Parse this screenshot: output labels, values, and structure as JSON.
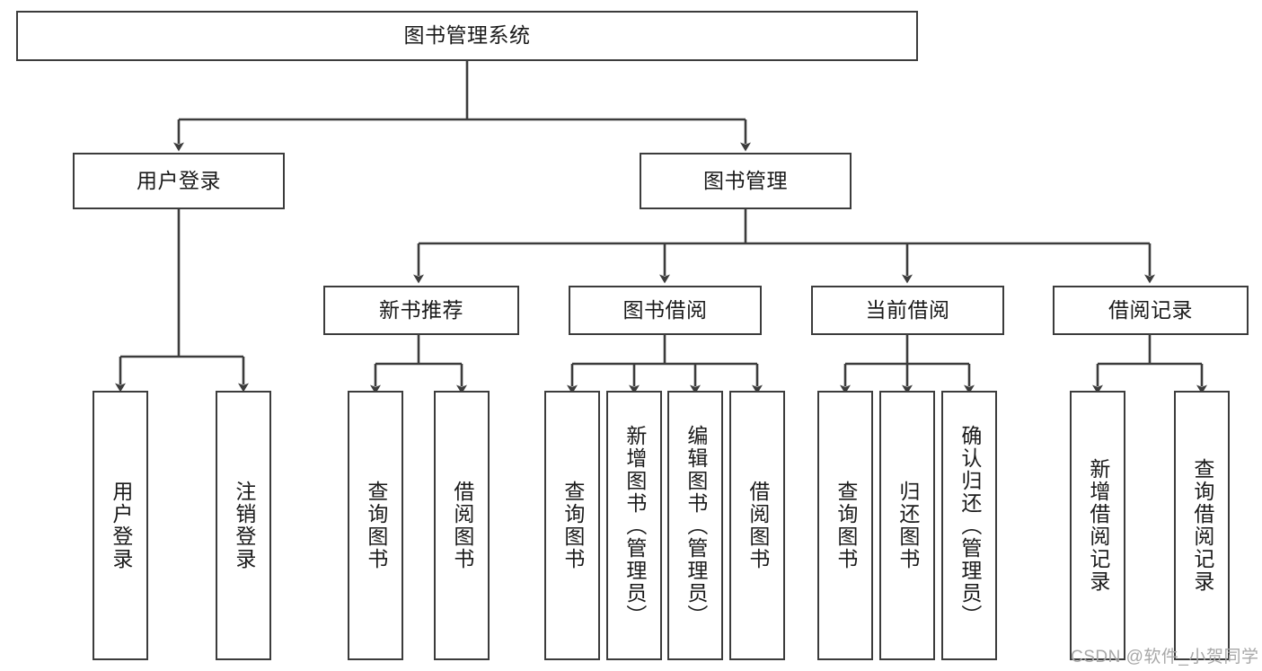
{
  "diagram": {
    "title": "图书管理系统",
    "type": "hierarchy-tree",
    "root": {
      "label": "图书管理系统"
    },
    "level2": [
      {
        "label": "用户登录"
      },
      {
        "label": "图书管理"
      }
    ],
    "level3": [
      {
        "label": "新书推荐"
      },
      {
        "label": "图书借阅"
      },
      {
        "label": "当前借阅"
      },
      {
        "label": "借阅记录"
      }
    ],
    "leaves": {
      "user_login": [
        {
          "label": "用户登录"
        },
        {
          "label": "注销登录"
        }
      ],
      "new_book_recommend": [
        {
          "label": "查询图书"
        },
        {
          "label": "借阅图书"
        }
      ],
      "book_borrow": [
        {
          "label": "查询图书"
        },
        {
          "label": "新增图书（管理员）"
        },
        {
          "label": "编辑图书（管理员）"
        },
        {
          "label": "借阅图书"
        }
      ],
      "current_borrow": [
        {
          "label": "查询图书"
        },
        {
          "label": "归还图书"
        },
        {
          "label": "确认归还（管理员）"
        }
      ],
      "borrow_record": [
        {
          "label": "新增借阅记录"
        },
        {
          "label": "查询借阅记录"
        }
      ]
    },
    "colors": {
      "stroke": "#3c3c3c",
      "fill": "#ffffff",
      "text": "#1a1a1a",
      "watermark": "#a8a8a8"
    }
  },
  "watermark": {
    "text": "CSDN @软件_小贺同学"
  }
}
